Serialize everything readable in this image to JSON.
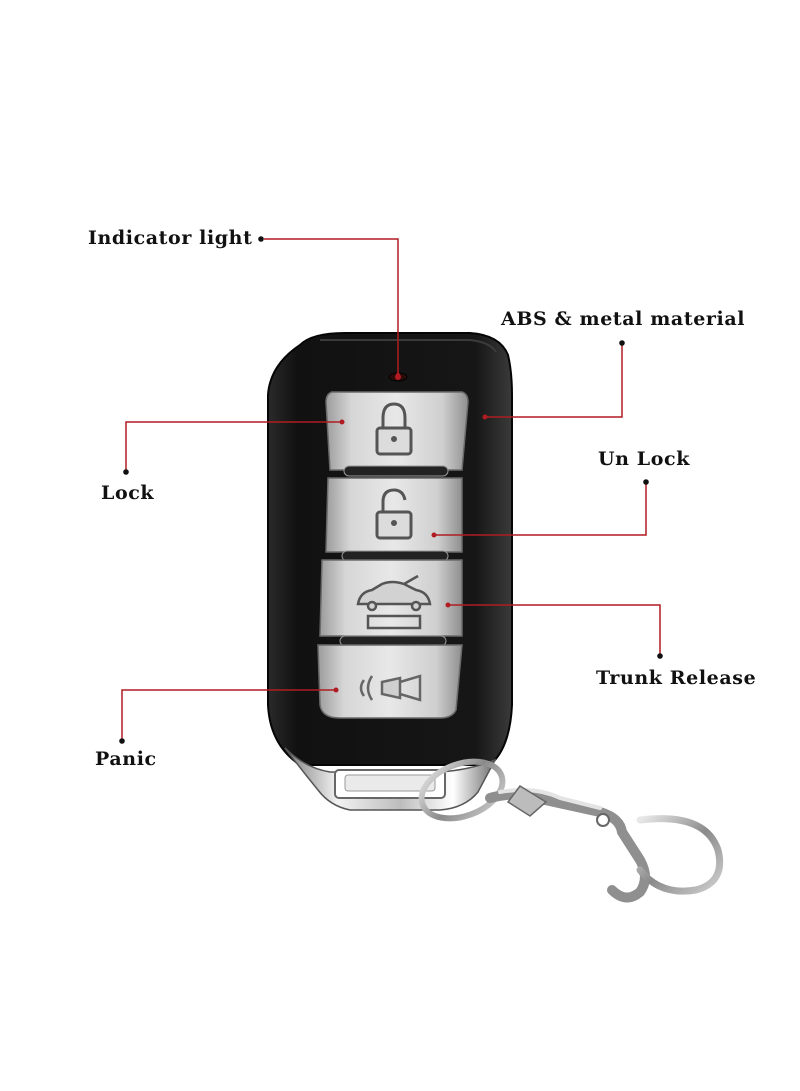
{
  "callouts": {
    "indicator_light": "Indicator light",
    "material": "ABS & metal material",
    "lock": "Lock",
    "unlock": "Un Lock",
    "trunk_release": "Trunk Release",
    "panic": "Panic"
  },
  "colors": {
    "leader_line": "#b01c22",
    "label_text": "#111111",
    "fob_body": "#121212",
    "button_silver": "#c9c9c9",
    "chrome": "#d8d8d8"
  },
  "icons": [
    "lock-icon",
    "unlock-icon",
    "trunk-icon",
    "panic-horn-icon",
    "keyring-clip-icon"
  ]
}
